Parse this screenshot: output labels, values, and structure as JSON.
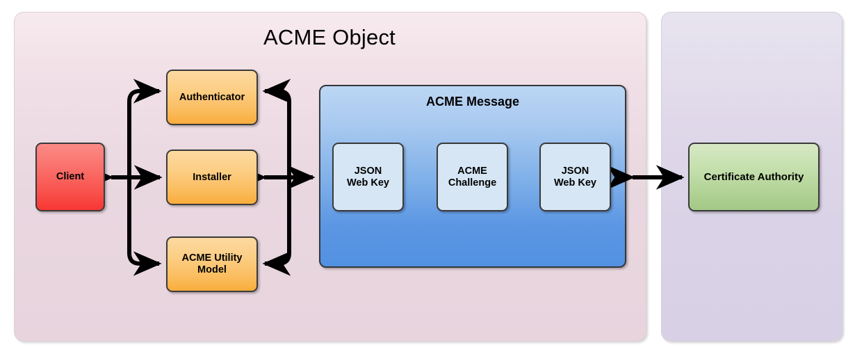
{
  "diagram": {
    "title": "ACME Object",
    "panels": [
      {
        "id": "acme-object",
        "label": "ACME Object",
        "fill": "#e9d7e0"
      },
      {
        "id": "certificate-authority-zone",
        "label": "",
        "fill": "#dad2e6"
      }
    ],
    "nodes": {
      "client": {
        "label": "Client",
        "color": "#f94f4a"
      },
      "authenticator": {
        "label": "Authenticator",
        "color": "#fbbc5e"
      },
      "installer": {
        "label": "Installer",
        "color": "#fbbc5e"
      },
      "utility_model": {
        "label": "ACME Utility Model",
        "line1": "ACME Utility",
        "line2": "Model",
        "color": "#fbbc5e"
      },
      "acme_message": {
        "label": "ACME Message",
        "color": "#5b96e3"
      },
      "json_web_key_1": {
        "label": "JSON Web Key",
        "line1": "JSON",
        "line2": "Web Key",
        "color": "#d6e6f4"
      },
      "acme_challenge": {
        "label": "ACME Challenge",
        "line1": "ACME",
        "line2": "Challenge",
        "color": "#d6e6f4"
      },
      "json_web_key_2": {
        "label": "JSON Web Key",
        "line1": "JSON",
        "line2": "Web Key",
        "color": "#d6e6f4"
      },
      "certificate_authority": {
        "label": "Certificate Authority",
        "color": "#b0d294"
      }
    },
    "connections": [
      {
        "from": "client",
        "to": "installer",
        "type": "bidirectional"
      },
      {
        "from": "installer",
        "to": "authenticator",
        "type": "directed"
      },
      {
        "from": "installer",
        "to": "utility_model",
        "type": "directed"
      },
      {
        "from": "acme_message",
        "to": "authenticator",
        "type": "directed"
      },
      {
        "from": "acme_message",
        "to": "utility_model",
        "type": "directed"
      },
      {
        "from": "installer",
        "to": "acme_message",
        "type": "bidirectional"
      },
      {
        "from": "acme_message",
        "to": "certificate_authority",
        "type": "bidirectional"
      }
    ]
  }
}
